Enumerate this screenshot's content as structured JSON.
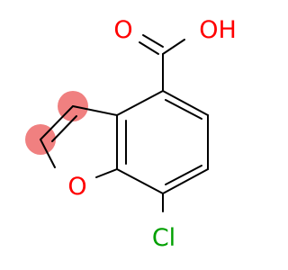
{
  "molecule": {
    "atoms": {
      "carboxyl_oxygen": "O",
      "hydroxyl": "OH",
      "ring_oxygen": "O",
      "chlorine": "Cl"
    },
    "colors": {
      "bond": "#000000",
      "oxygen": "#ff0000",
      "chlorine": "#00a000",
      "highlight": "#f08080"
    }
  }
}
